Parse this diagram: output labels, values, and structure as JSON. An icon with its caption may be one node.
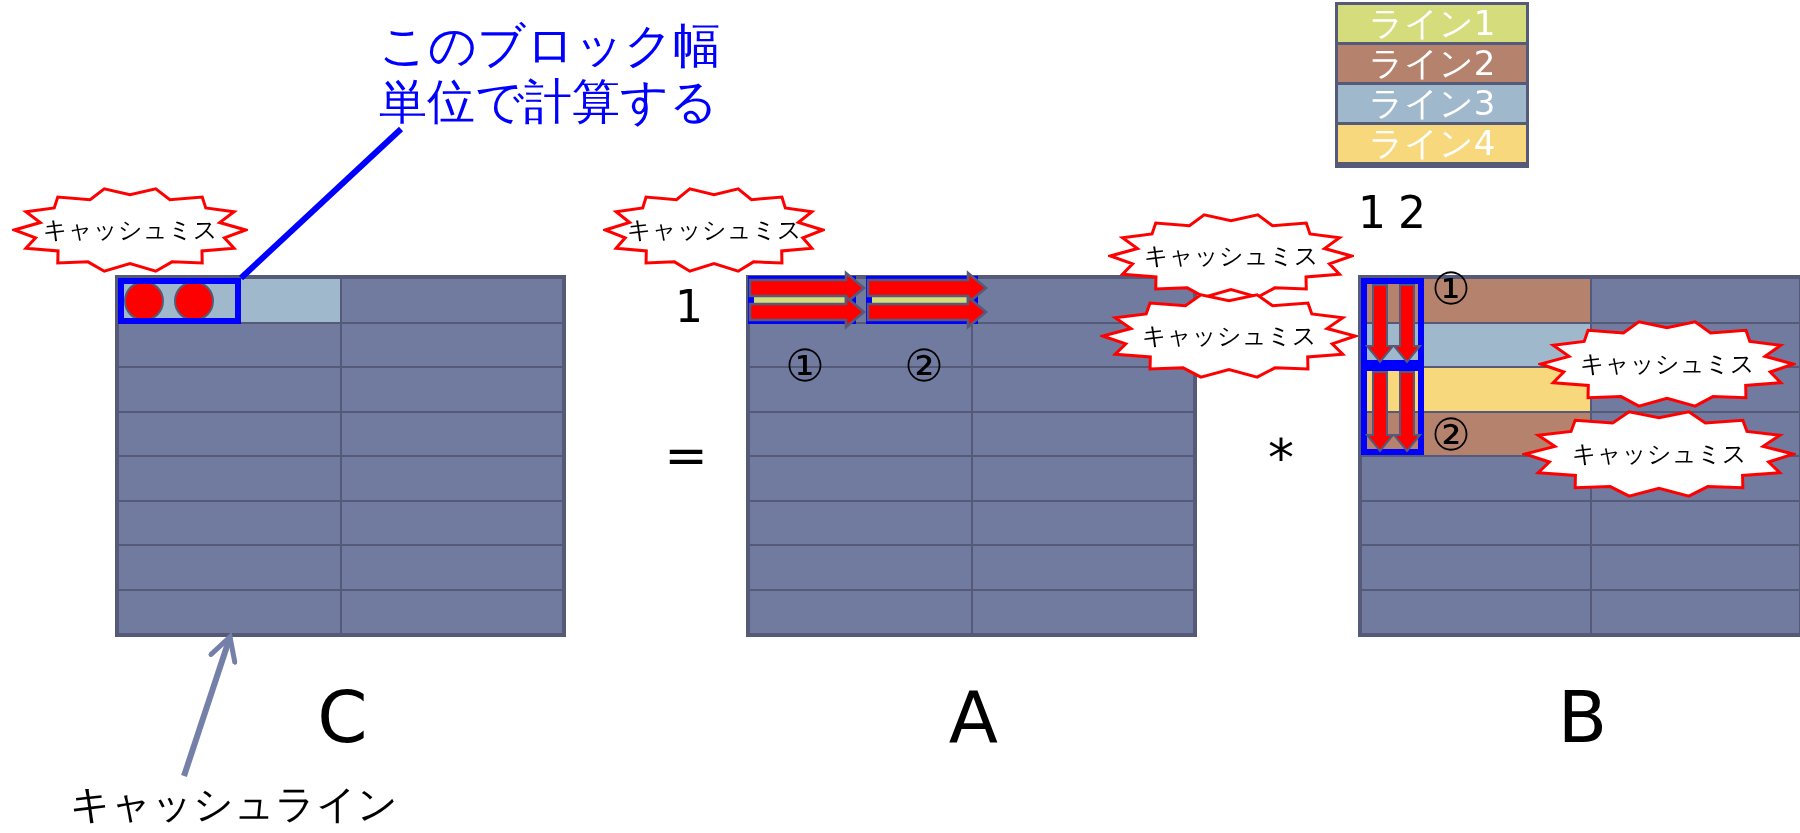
{
  "diagram": {
    "nodes": [
      {
        "text": [
          "このブロック幅単位で計算する"
        ]
      },
      {
        "text": [
          "キャッシュミス"
        ]
      },
      {
        "text": [],
        "shape": "box",
        "beside": [
          "C"
        ]
      },
      {
        "text": [],
        "shape": "box",
        "in": 2
      },
      {
        "text": [
          "キャッシュミス"
        ]
      },
      {
        "text": [],
        "shape": "box",
        "beside": [
          "A"
        ]
      },
      {
        "text": [],
        "shape": "box",
        "in": 5
      },
      {
        "text": [],
        "shape": "box",
        "in": 5
      },
      {
        "text": [
          "キャッシュミス"
        ]
      },
      {
        "text": [
          "キャッシュミス"
        ]
      },
      {
        "text": [],
        "shape": "box",
        "beside": [
          "B"
        ]
      },
      {
        "text": [],
        "shape": "box",
        "in": 10
      },
      {
        "text": [],
        "shape": "box",
        "in": 10
      },
      {
        "text": [
          "キャッシュミス"
        ],
        "in": 10
      },
      {
        "text": [
          "キャッシュミス"
        ],
        "in": 10
      },
      {
        "text": [
          "キャッシュライン"
        ]
      }
    ],
    "edges": [
      {
        "from": 0,
        "to": 3,
        "arrow": "none",
        "color": "#0000ff"
      },
      {
        "from": 15,
        "to": 2,
        "arrow": "to",
        "color": "#7480a8"
      }
    ],
    "labels": [
      "1",
      "①",
      "②",
      "=",
      "*",
      "1",
      "2",
      "①",
      "②"
    ],
    "legend": [
      {
        "text": "ライン1",
        "color": "#d4dc7c"
      },
      {
        "text": "ライン2",
        "color": "#b5826e"
      },
      {
        "text": "ライン3",
        "color": "#a0b8cc"
      },
      {
        "text": "ライン4",
        "color": "#f8d87c"
      }
    ]
  }
}
